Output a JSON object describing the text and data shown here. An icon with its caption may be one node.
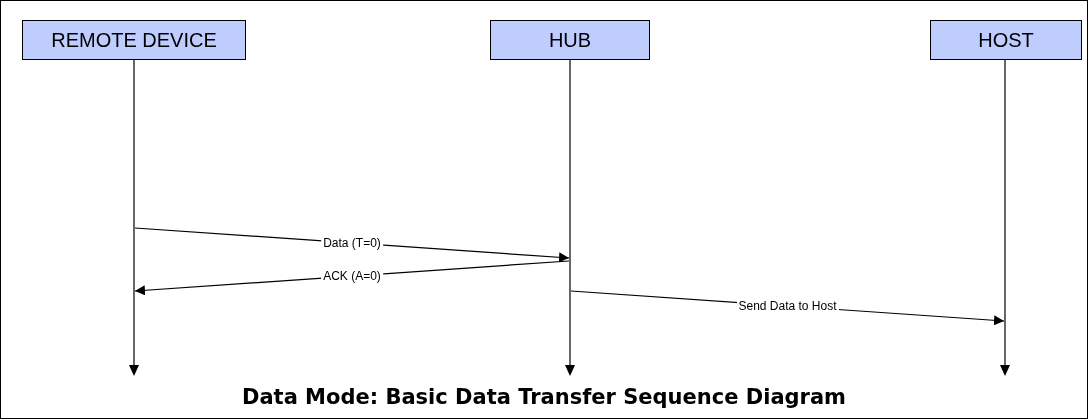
{
  "diagram": {
    "caption": "Data Mode: Basic Data Transfer Sequence Diagram",
    "nodes": [
      {
        "text": [
          "REMOTE DEVICE"
        ]
      },
      {
        "text": [
          "HUB"
        ]
      },
      {
        "text": [
          "HOST"
        ]
      }
    ],
    "edges": [
      {
        "from": 0,
        "to": 1,
        "arrow": "to",
        "label": "Data (T=0)"
      },
      {
        "from": 1,
        "to": 0,
        "arrow": "to",
        "label": "ACK (A=0)"
      },
      {
        "from": 1,
        "to": 2,
        "arrow": "to",
        "label": "Send Data to Host"
      }
    ]
  }
}
